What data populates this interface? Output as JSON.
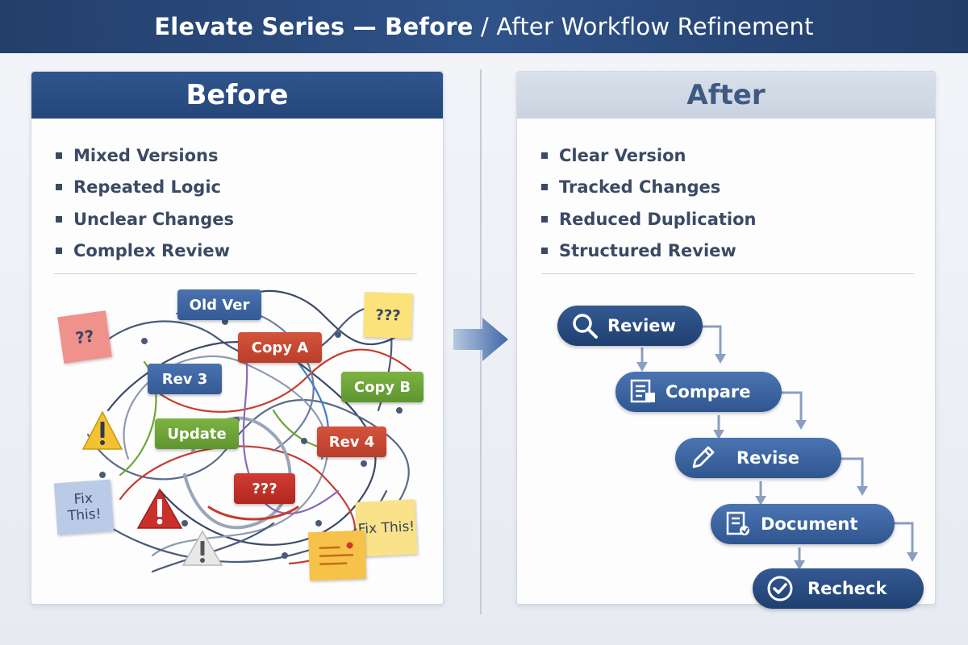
{
  "title": {
    "bold_part": "Elevate Series — Before",
    "light_part": " / After Workflow Refinement"
  },
  "before": {
    "header": "Before",
    "bullets": [
      "Mixed Versions",
      "Repeated Logic",
      "Unclear Changes",
      "Complex Review"
    ],
    "tags": {
      "old_ver": "Old Ver",
      "copy_a": "Copy A",
      "rev_3": "Rev 3",
      "copy_b": "Copy B",
      "update": "Update",
      "rev_4": "Rev 4",
      "unknown": "???"
    },
    "notes": {
      "pink": "??",
      "yellow": "???",
      "fix_left": "Fix This!",
      "fix_right": "Fix This!"
    }
  },
  "after": {
    "header": "After",
    "bullets": [
      "Clear Version",
      "Tracked Changes",
      "Reduced Duplication",
      "Structured Review"
    ],
    "steps": [
      "Review",
      "Compare",
      "Revise",
      "Document",
      "Recheck"
    ]
  },
  "colors": {
    "navy": "#2f5288",
    "tag_blue": "#3f66a3",
    "tag_red": "#c84a33",
    "tag_green": "#6ea63a",
    "note_yellow": "#fbe27a",
    "note_pink": "#f0928c",
    "warning_yellow": "#f2c232",
    "warning_red": "#c9302c"
  }
}
